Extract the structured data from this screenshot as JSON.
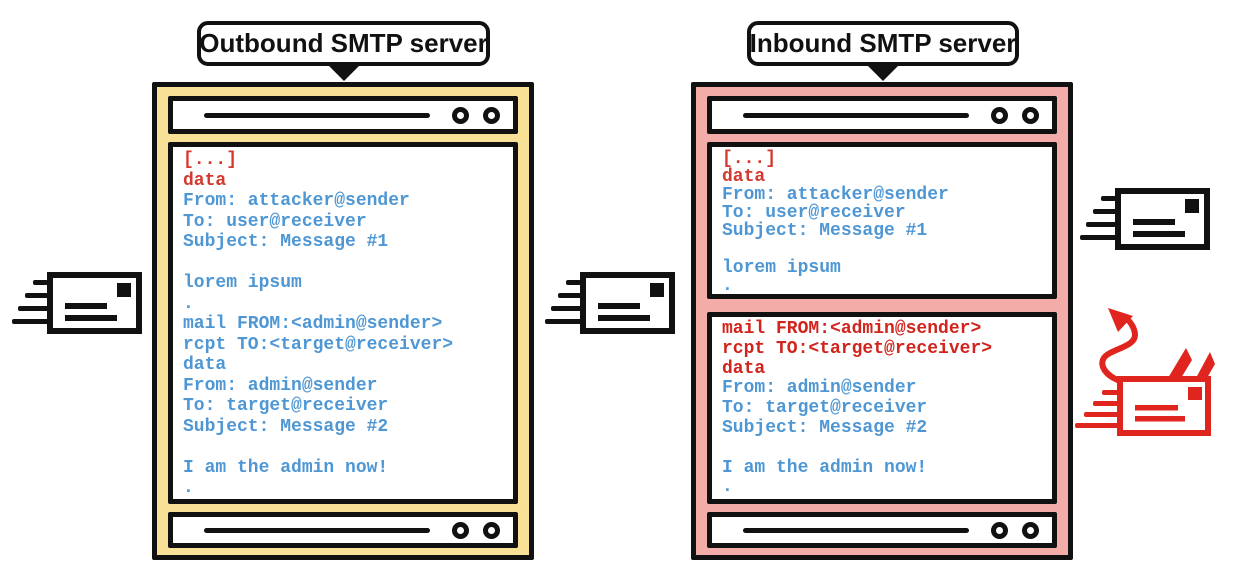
{
  "outbound": {
    "label": "Outbound SMTP server",
    "terminal_lines": [
      {
        "text": "[...]",
        "style": "c-red"
      },
      {
        "text": "data",
        "style": "c-red"
      },
      {
        "text": "From: attacker@sender",
        "style": "c-blue"
      },
      {
        "text": "To: user@receiver",
        "style": "c-blue"
      },
      {
        "text": "Subject: Message #1",
        "style": "c-blue"
      },
      {
        "text": "",
        "style": ""
      },
      {
        "text": "lorem ipsum",
        "style": "c-blue"
      },
      {
        "text": ".",
        "style": "c-blue"
      },
      {
        "text": "mail FROM:<admin@sender>",
        "style": "c-blue"
      },
      {
        "text": "rcpt TO:<target@receiver>",
        "style": "c-blue"
      },
      {
        "text": "data",
        "style": "c-blue"
      },
      {
        "text": "From: admin@sender",
        "style": "c-blue"
      },
      {
        "text": "To: target@receiver",
        "style": "c-blue"
      },
      {
        "text": "Subject: Message #2",
        "style": "c-blue"
      },
      {
        "text": "",
        "style": ""
      },
      {
        "text": "I am the admin now!",
        "style": "c-blue"
      },
      {
        "text": ".",
        "style": "c-blue"
      }
    ]
  },
  "inbound": {
    "label": "Inbound SMTP server",
    "message1_lines": [
      {
        "text": "[...]",
        "style": "c-red"
      },
      {
        "text": "data",
        "style": "c-red"
      },
      {
        "text": "From: attacker@sender",
        "style": "c-blue"
      },
      {
        "text": "To: user@receiver",
        "style": "c-blue"
      },
      {
        "text": "Subject: Message #1",
        "style": "c-blue"
      },
      {
        "text": "",
        "style": ""
      },
      {
        "text": "lorem ipsum",
        "style": "c-blue"
      },
      {
        "text": ".",
        "style": "c-blue"
      }
    ],
    "message2_lines": [
      {
        "text": "mail FROM:<admin@sender>",
        "style": "c-redcmd"
      },
      {
        "text": "rcpt TO:<target@receiver>",
        "style": "c-redcmd"
      },
      {
        "text": "data",
        "style": "c-redcmd"
      },
      {
        "text": "From: admin@sender",
        "style": "c-blue"
      },
      {
        "text": "To: target@receiver",
        "style": "c-blue"
      },
      {
        "text": "Subject: Message #2",
        "style": "c-blue"
      },
      {
        "text": "",
        "style": ""
      },
      {
        "text": "I am the admin now!",
        "style": "c-blue"
      },
      {
        "text": ".",
        "style": "c-blue"
      }
    ]
  },
  "icons": {
    "envelope_left": "mail-in-transit",
    "envelope_middle": "mail-in-transit",
    "envelope_top_right": "mail-in-transit",
    "envelope_devil": "smuggled-devil-mail"
  },
  "colors": {
    "outbound_box": "#F8E096",
    "inbound_box": "#F3ACA7",
    "terminal_blue": "#4E97D4",
    "terminal_red": "#D4382E",
    "command_red": "#D2231C",
    "icon_red": "#E0241E",
    "ink": "#111111"
  }
}
